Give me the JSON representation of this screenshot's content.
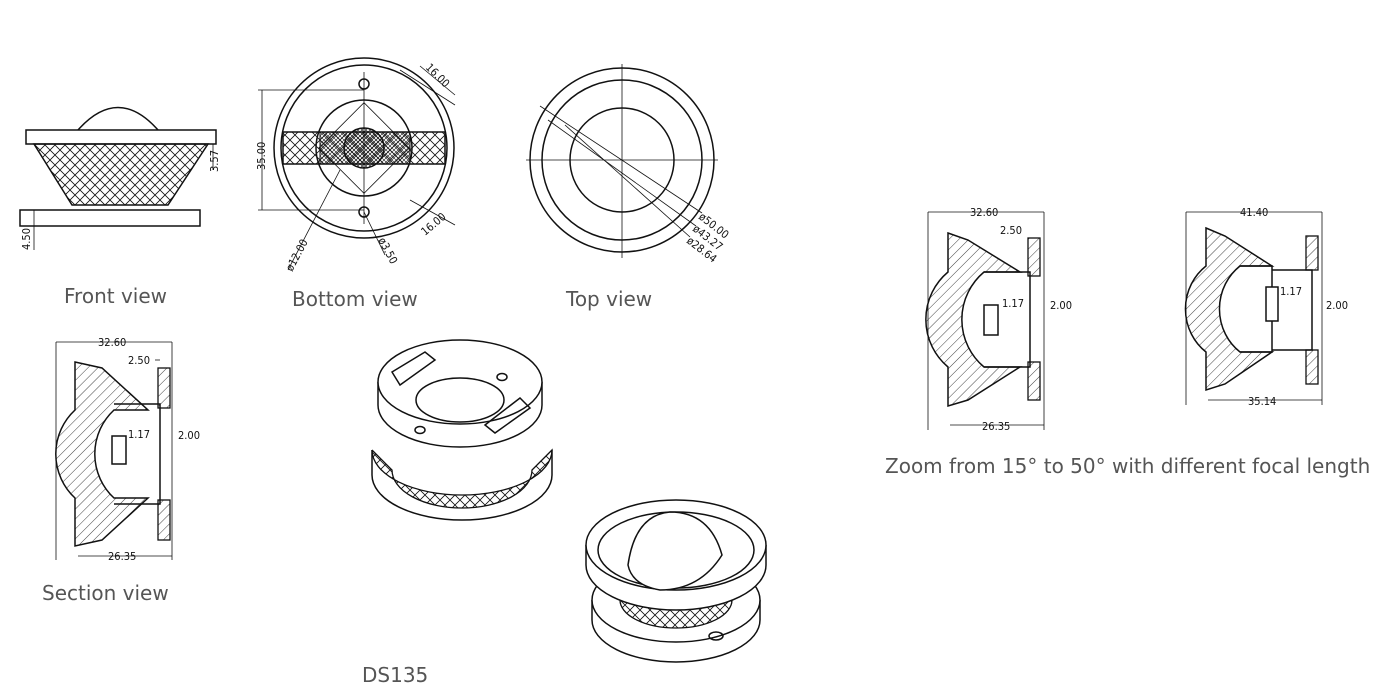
{
  "captions": {
    "front": "Front view",
    "bottom": "Bottom view",
    "top": "Top view",
    "section": "Section view",
    "model": "DS135",
    "zoom": "Zoom from 15°  to 50°  with different focal length"
  },
  "dims": {
    "front": {
      "height_top": "3.57",
      "height_base": "4.50"
    },
    "bottom": {
      "overall": "35.00",
      "slot_top": "16.00",
      "slot_bottom": "16.00",
      "bore": "ø12.00",
      "hole": "ø3.50"
    },
    "top": {
      "d1": "ø50.00",
      "d2": "ø43.27",
      "d3": "ø28.64"
    },
    "section": {
      "width": "32.60",
      "flange": "2.50",
      "step": "1.17",
      "depth": "2.00",
      "base": "26.35"
    },
    "zoom_a": {
      "width": "32.60",
      "flange": "2.50",
      "step": "1.17",
      "depth": "2.00",
      "base": "26.35"
    },
    "zoom_b": {
      "width": "41.40",
      "step": "1.17",
      "depth": "2.00",
      "base": "35.14"
    }
  }
}
